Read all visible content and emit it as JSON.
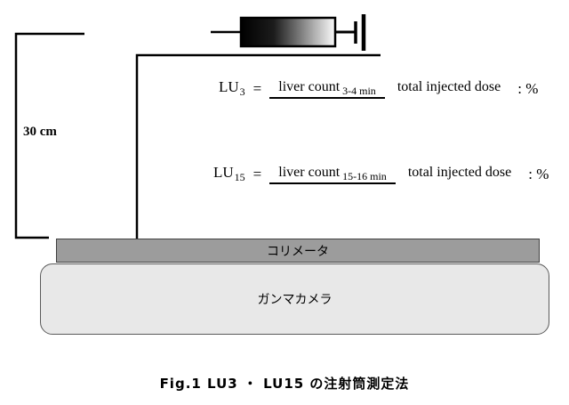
{
  "colors": {
    "line": "#000000",
    "collimator_fill": "#9c9c9c",
    "camera_fill": "#e8e8e8"
  },
  "measurement": {
    "label": "30 cm"
  },
  "formulas": [
    {
      "lhs": "LU",
      "lhs_sub": "3",
      "equals": "=",
      "numerator": "liver count",
      "numerator_sub": "3-4 min",
      "denominator": "total injected dose",
      "suffix": ": %"
    },
    {
      "lhs": "LU",
      "lhs_sub": "15",
      "equals": "=",
      "numerator": "liver count",
      "numerator_sub": "15-16 min",
      "denominator": "total injected dose",
      "suffix": ": %"
    }
  ],
  "collimator": {
    "label": "コリメータ"
  },
  "gamma_camera": {
    "label": "ガンマカメラ"
  },
  "caption": "Fig.1  LU3 ・ LU15 の注射筒測定法"
}
